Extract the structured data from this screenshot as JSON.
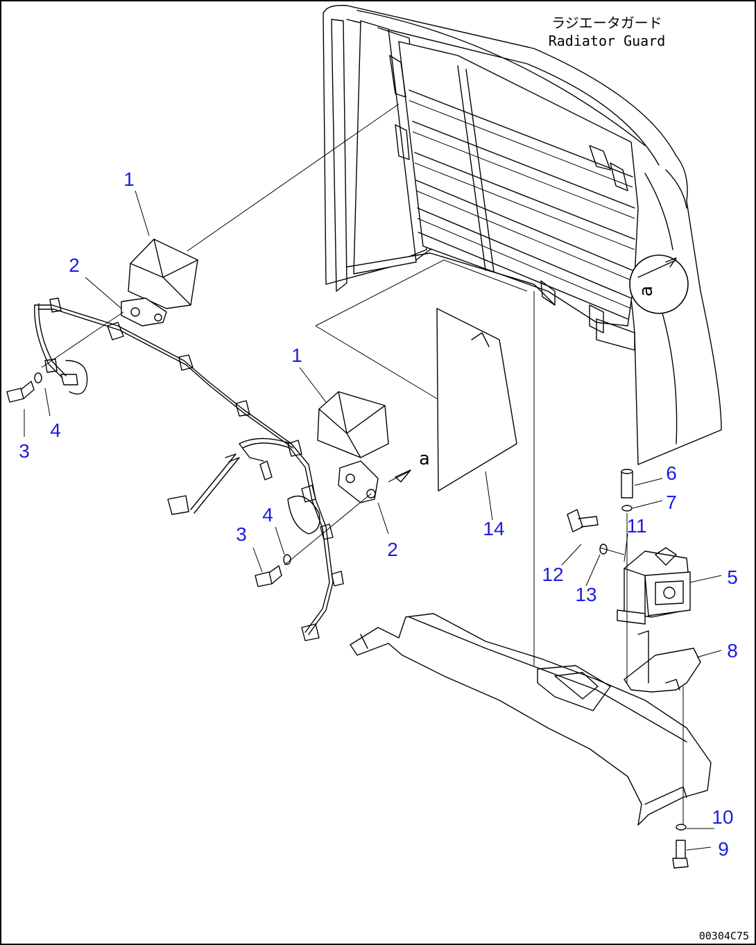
{
  "title": {
    "japanese": "ラジエータガード",
    "english": "Radiator Guard"
  },
  "view_marker": "a",
  "drawing_code": "00304C75",
  "callouts": [
    "1",
    "2",
    "3",
    "4",
    "1",
    "2",
    "3",
    "4",
    "5",
    "6",
    "7",
    "8",
    "9",
    "10",
    "11",
    "12",
    "13",
    "14"
  ]
}
